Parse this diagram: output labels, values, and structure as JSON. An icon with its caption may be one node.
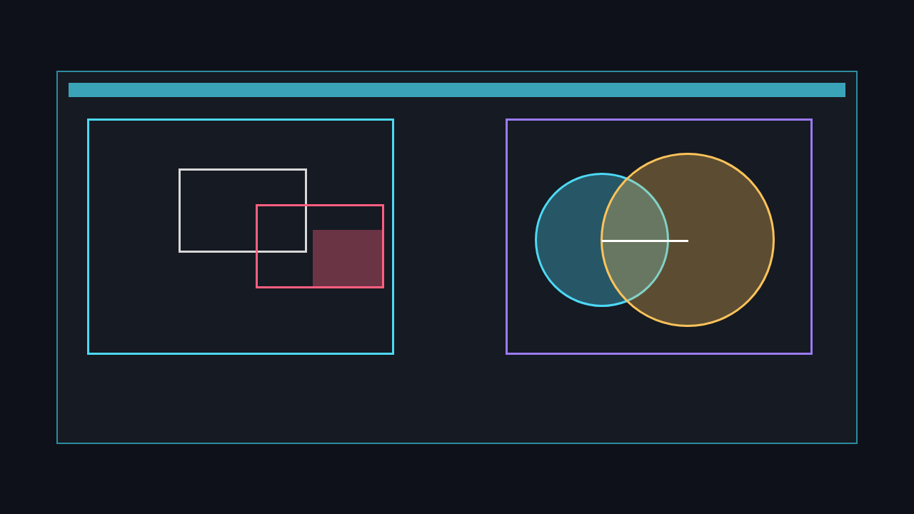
{
  "diagram": {
    "nodes": [
      {
        "text": [],
        "shape": "box"
      },
      {
        "text": [],
        "shape": "bar",
        "in": 0
      },
      {
        "text": [],
        "shape": "box",
        "in": 0
      },
      {
        "text": [],
        "shape": "box",
        "in": 2
      },
      {
        "text": [],
        "shape": "box",
        "in": 2
      },
      {
        "text": [],
        "shape": "box",
        "in": 4
      },
      {
        "text": [],
        "shape": "box",
        "in": 0
      },
      {
        "text": [],
        "shape": "circle",
        "in": 6
      },
      {
        "text": [],
        "shape": "circle",
        "in": 6
      }
    ]
  }
}
